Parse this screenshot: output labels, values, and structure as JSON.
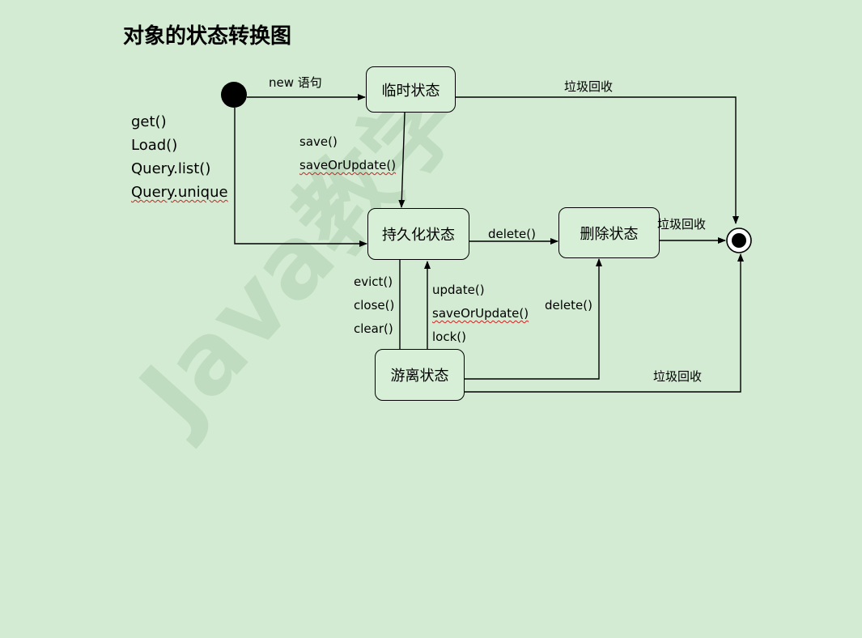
{
  "title": "对象的状态转换图",
  "watermark": "Java教学",
  "states": {
    "transient": "临时状态",
    "persistent": "持久化状态",
    "removed": "删除状态",
    "detached": "游离状态"
  },
  "labels": {
    "new_stmt": "new  语句",
    "gc1": "垃圾回收",
    "gc2": "垃圾回收",
    "gc3": "垃圾回收",
    "save": "save()",
    "save_or_update": "saveOrUpdate()",
    "get": "get()",
    "load": "Load()",
    "query_list": "Query.list()",
    "query_unique": "Query.unique",
    "delete1": "delete()",
    "delete2": "delete()",
    "evict": "evict()",
    "close": "close()",
    "clear": "clear()",
    "update": "update()",
    "save_or_update2": "saveOrUpdate()",
    "lock": "lock()"
  }
}
